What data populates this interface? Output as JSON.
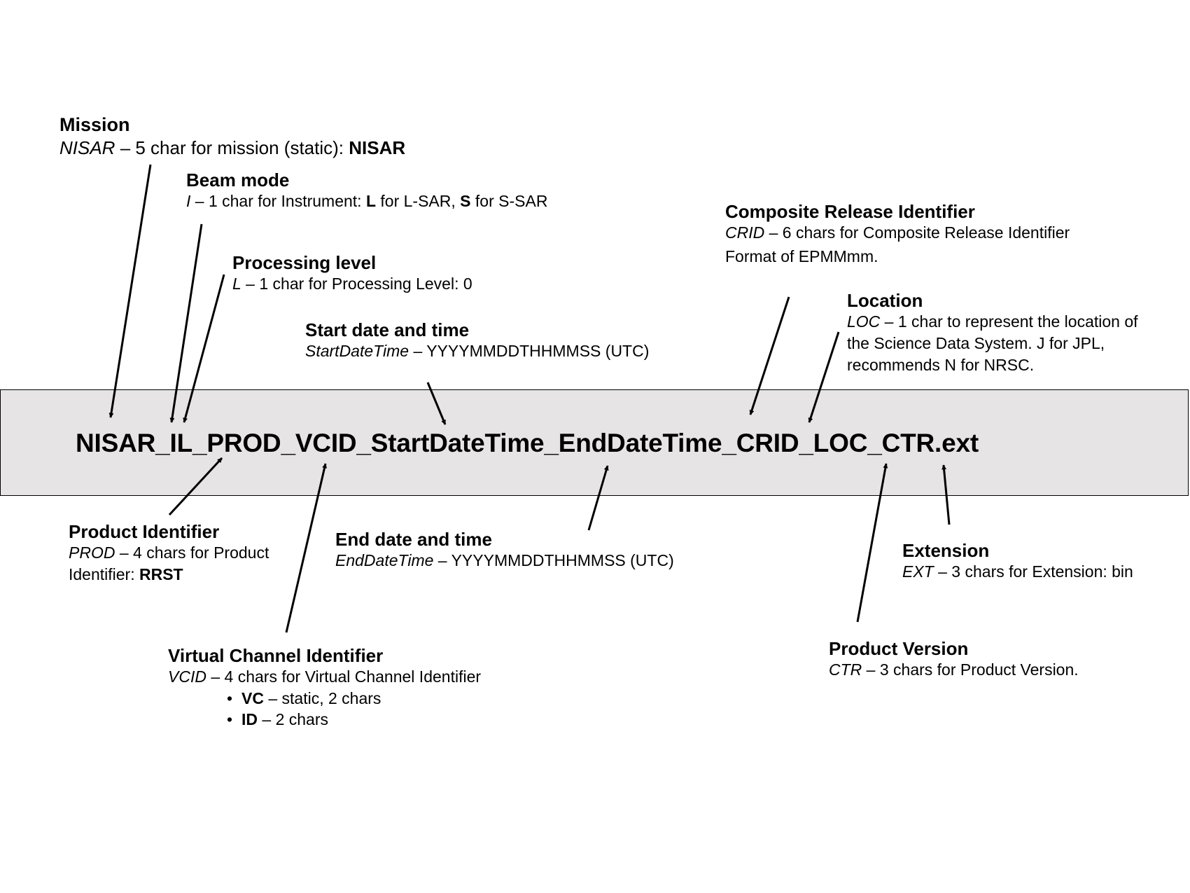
{
  "filename": "NISAR_IL_PROD_VCID_StartDateTime_EndDateTime_CRID_LOC_CTR.ext",
  "fields": {
    "mission": {
      "title": "Mission",
      "code": "NISAR",
      "desc": " – 5 char for mission (static): ",
      "value": "NISAR"
    },
    "beam_mode": {
      "title": "Beam mode",
      "code": "I",
      "desc1": " – 1 char for Instrument: ",
      "val1": "L",
      "desc2": " for L-SAR, ",
      "val2": "S",
      "desc3": " for S-SAR"
    },
    "processing_level": {
      "title": "Processing level",
      "code": "L",
      "desc": " – 1 char for Processing Level: 0"
    },
    "start_date": {
      "title": "Start date and time",
      "code": "StartDateTime",
      "desc": " – YYYYMMDDTHHMMSS (UTC)"
    },
    "crid": {
      "title": "Composite Release Identifier",
      "code": "CRID",
      "desc": " – 6 chars for Composite Release Identifier",
      "line2": "Format of EPMMmm."
    },
    "location": {
      "title": "Location",
      "code": "LOC",
      "desc": " – 1 char to represent the location of",
      "line2": "the Science Data System. J for JPL,",
      "line3": "recommends N for NRSC."
    },
    "product_id": {
      "title": "Product Identifier",
      "code": "PROD",
      "desc": " – 4 chars for Product",
      "line2": "Identifier: ",
      "value": "RRST"
    },
    "end_date": {
      "title": "End date and time",
      "code": "EndDateTime",
      "desc": " – YYYYMMDDTHHMMSS (UTC)"
    },
    "extension": {
      "title": "Extension",
      "code": "EXT",
      "desc": " – 3 chars for Extension: bin"
    },
    "vcid": {
      "title": "Virtual Channel Identifier",
      "code": "VCID",
      "desc": " – 4 chars for Virtual Channel Identifier",
      "bullets": [
        {
          "bullet": "•",
          "key": "VC",
          "text": " – static, 2 chars"
        },
        {
          "bullet": "•",
          "key": "ID",
          "text": " – 2 chars"
        }
      ]
    },
    "product_version": {
      "title": "Product Version",
      "code": "CTR",
      "desc": " – 3 chars for Product Version."
    }
  },
  "colors": {
    "band": "#e6e4e5",
    "text": "#000000"
  }
}
